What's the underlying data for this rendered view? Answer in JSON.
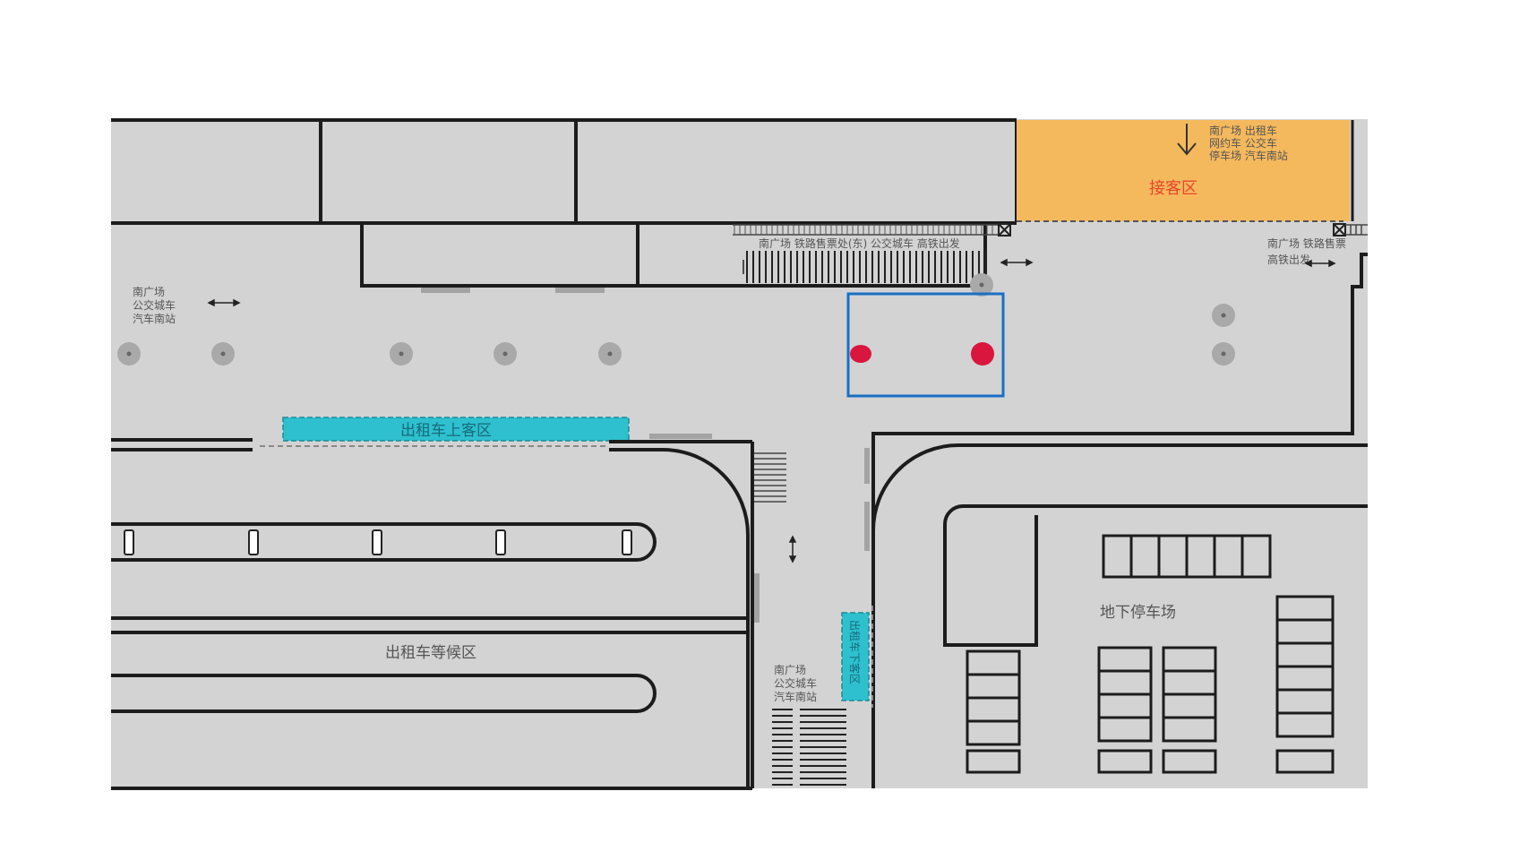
{
  "map": {
    "colors": {
      "ground": "#d3d3d3",
      "wall": "#1c1c1c",
      "pickup_zone": "#f5b95d",
      "taxi_zone": "#2ec0cf",
      "pillar": "#a9a9a9",
      "highlight_box": "#1a6fc4",
      "marker": "#d9163e",
      "label_red": "#e8452b"
    },
    "labels": {
      "pickup_zone": "接客区",
      "pickup_directions": [
        "南广场 出租车",
        "网约车 公交车",
        "停车场 汽车南站"
      ],
      "top_corridor_sign": "南广场 铁路售票处(东) 公交城车 高铁出发",
      "right_corridor_sign": [
        "南广场 铁路售票",
        "高铁出发"
      ],
      "left_sign": [
        "南广场",
        "公交城车",
        "汽车南站"
      ],
      "taxi_boarding_zone": "出租车上客区",
      "taxi_waiting_zone": "出租车等候区",
      "underground_parking": "地下停车场",
      "taxi_dropoff_zone": "出租车下客区",
      "bottom_sign": [
        "南广场",
        "公交城车",
        "汽车南站"
      ]
    },
    "icons": [
      "down-arrow-icon",
      "double-arrow-icon",
      "fire-hydrant-icon",
      "stairs-icon"
    ],
    "markers": [
      "marker-left",
      "marker-right"
    ]
  }
}
